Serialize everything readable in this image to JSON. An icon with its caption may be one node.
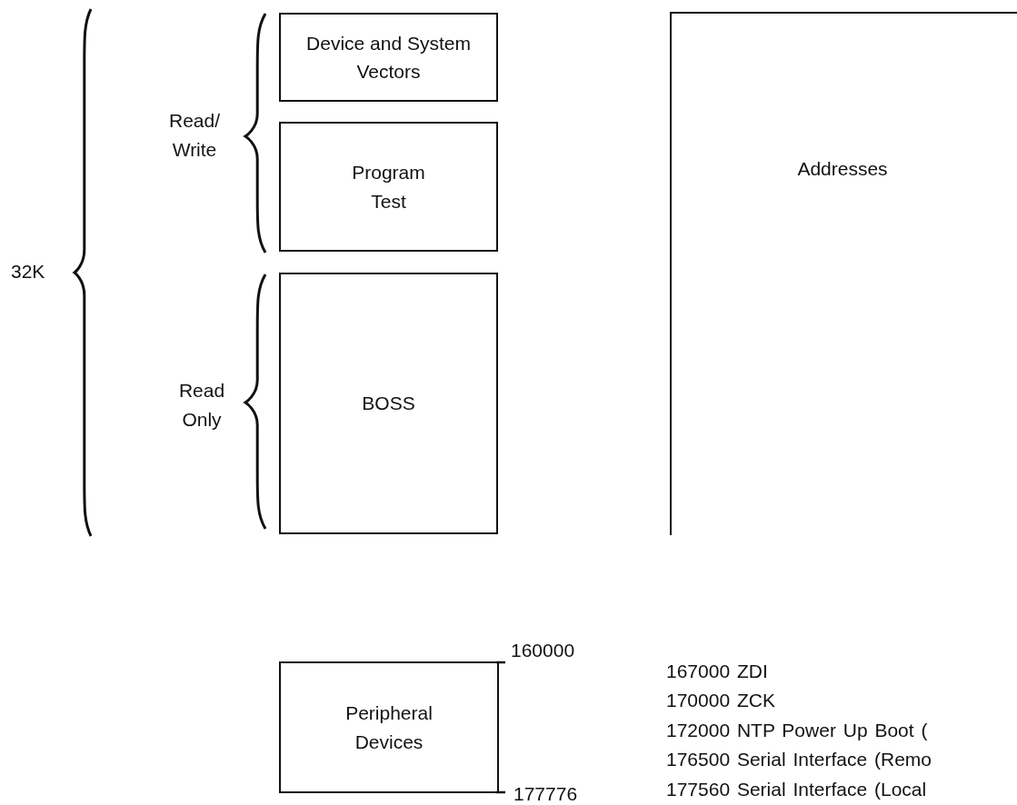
{
  "diagram": {
    "nodes": [
      {
        "text": [
          "Device and System Vectors"
        ]
      },
      {
        "text": [
          "Program Test"
        ]
      },
      {
        "text": [
          "BOSS"
        ]
      },
      {
        "text": [
          "Addresses"
        ]
      },
      {
        "text": [
          "Peripheral Devices"
        ]
      }
    ],
    "labels": [
      "32K",
      "Read/ Write",
      "Read Only",
      "160000",
      "177776",
      "167000 ZDI",
      "170000 ZCK",
      "172000 NTP Power Up Boot (",
      "176500 Serial Interface (Remo",
      "177560 Serial Interface (Local"
    ]
  }
}
